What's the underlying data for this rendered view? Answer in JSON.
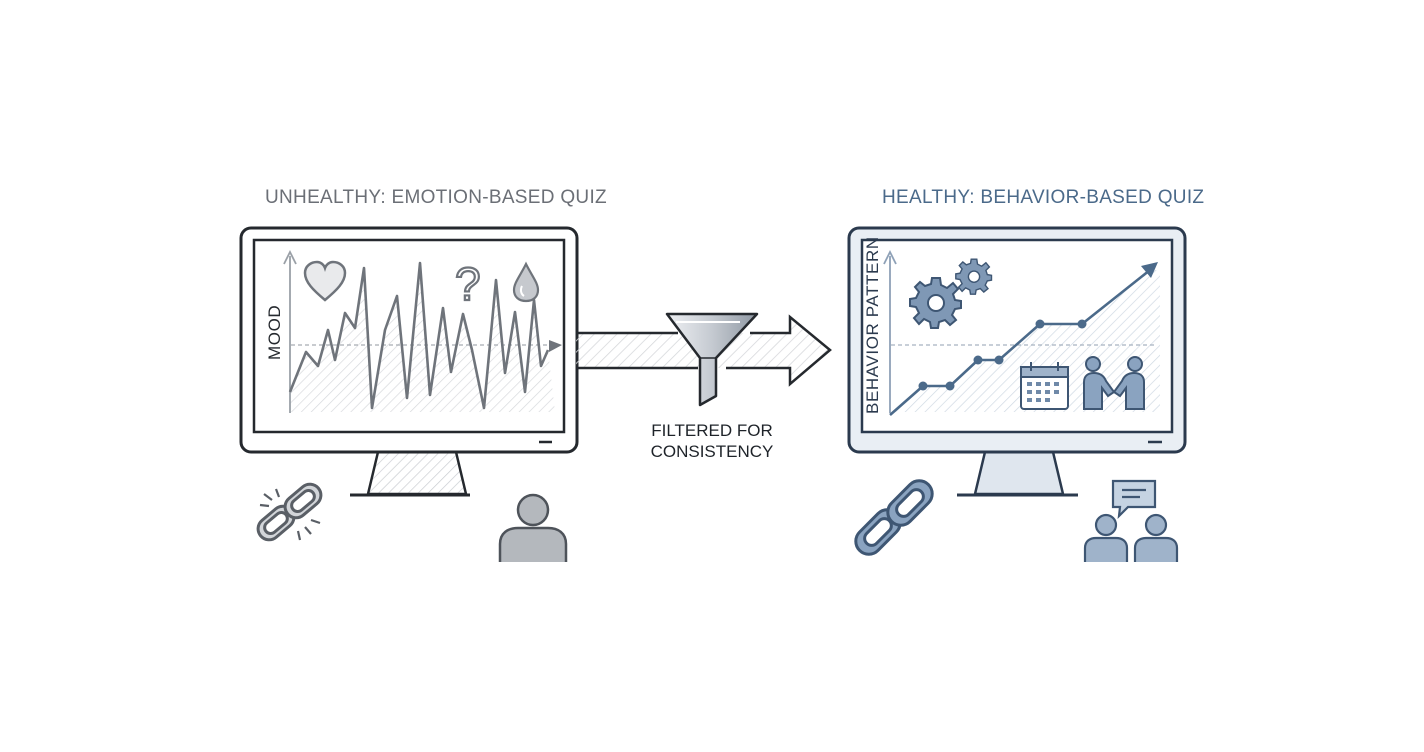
{
  "left_panel": {
    "heading": "UNHEALTHY: EMOTION-BASED QUIZ",
    "y_axis_label": "MOOD",
    "icons": [
      "heart-icon",
      "question-mark-icon",
      "water-drop-icon",
      "broken-chain-icon",
      "person-icon"
    ],
    "color": "#6b6f76"
  },
  "right_panel": {
    "heading": "HEALTHY: BEHAVIOR-BASED QUIZ",
    "y_axis_label": "BEHAVIOR PATTERN",
    "icons": [
      "gears-icon",
      "calendar-icon",
      "handshake-icon",
      "chain-link-icon",
      "two-people-chat-icon"
    ],
    "color": "#4b6a8a"
  },
  "filter": {
    "caption_line1": "FILTERED FOR",
    "caption_line2": "CONSISTENCY",
    "icon": "funnel-icon"
  }
}
